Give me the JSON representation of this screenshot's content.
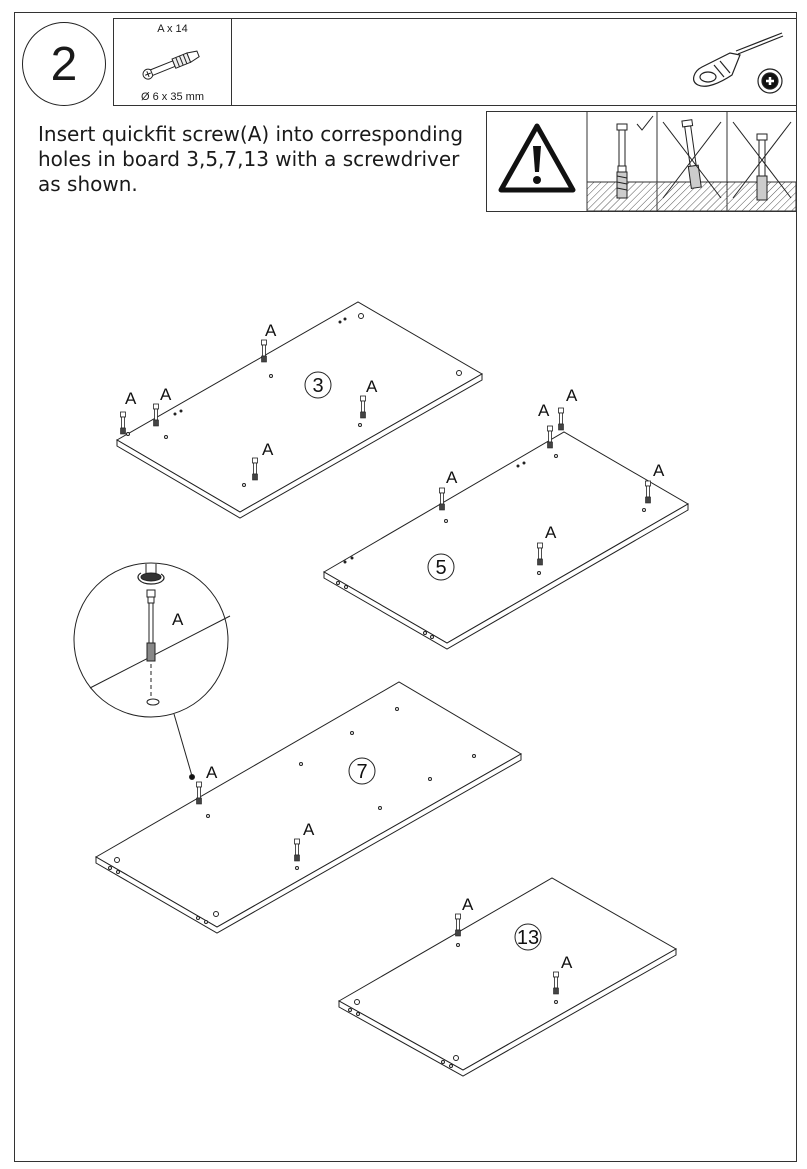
{
  "step": {
    "number": "2"
  },
  "parts": {
    "quantity": "A x 14",
    "size": "Ø 6 x 35 mm",
    "part_icon": "quickfit-screw-icon",
    "tool_icon": "screwdriver-icon"
  },
  "instruction": {
    "line1": "Insert quickfit screw(A) into corresponding",
    "line2": "holes in board 3,5,7,13 with a screwdriver",
    "line3": "as shown."
  },
  "warning": {
    "icon": "warning-triangle-icon",
    "correct_icon": "checkmark-icon",
    "wrong_icon": "cross-icon"
  },
  "labels": {
    "screw": "A"
  },
  "boards": [
    {
      "number": "3"
    },
    {
      "number": "5"
    },
    {
      "number": "7"
    },
    {
      "number": "13"
    }
  ],
  "detail": {
    "label": "A"
  }
}
